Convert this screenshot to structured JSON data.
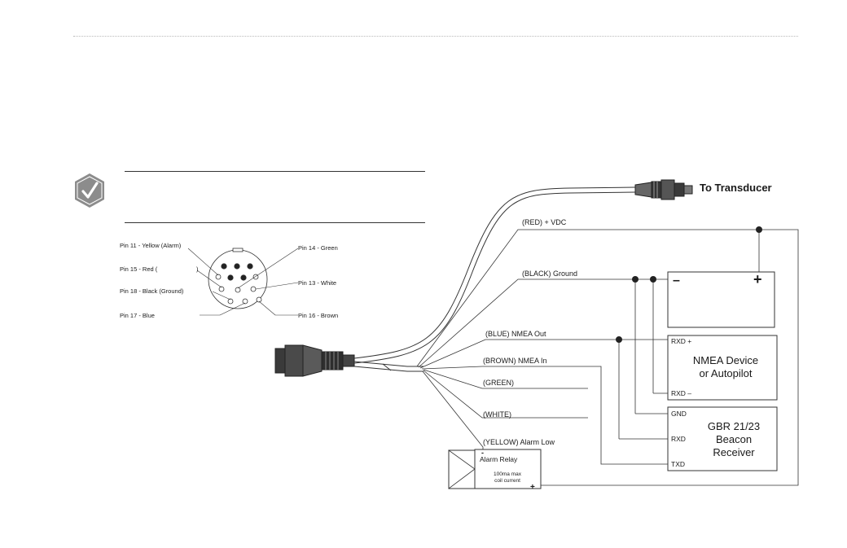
{
  "colors": {
    "line": "#333333",
    "icon": "#8c8c8c",
    "rule": "#b9b9b9"
  },
  "icons": {
    "note": "checkmark-note-icon"
  },
  "transducer_label": "To Transducer",
  "pin_labels": {
    "pin11": "Pin 11 - Yellow (Alarm)",
    "pin15": "Pin 15 - Red (",
    "pin15_close": ")",
    "pin18": "Pin 18 - Black (Ground)",
    "pin17": "Pin 17 - Blue",
    "pin14": "Pin 14 - Green",
    "pin13": "Pin 13 - White",
    "pin16": "Pin 16 - Brown"
  },
  "wires": {
    "red": "(RED) + VDC",
    "black": "(BLACK) Ground",
    "blue": "(BLUE) NMEA Out",
    "brown": "(BROWN) NMEA In",
    "green": "(GREEN)",
    "white": "(WHITE)",
    "yellow": "(YELLOW) Alarm Low"
  },
  "power_box": {
    "minus": "–",
    "plus": "+"
  },
  "nmea_box": {
    "rxd_plus": "RXD +",
    "rxd_minus": "RXD –",
    "title_line1": "NMEA Device",
    "title_line2": "or Autopilot"
  },
  "gbr_box": {
    "gnd": "GND",
    "rxd": "RXD",
    "txd": "TXD",
    "title_line1": "GBR 21/23",
    "title_line2": "Beacon",
    "title_line3": "Receiver"
  },
  "relay": {
    "minus": "-",
    "title": "Alarm Relay",
    "spec_line1": "100ma max",
    "spec_line2": "coil current",
    "plus": "+"
  }
}
